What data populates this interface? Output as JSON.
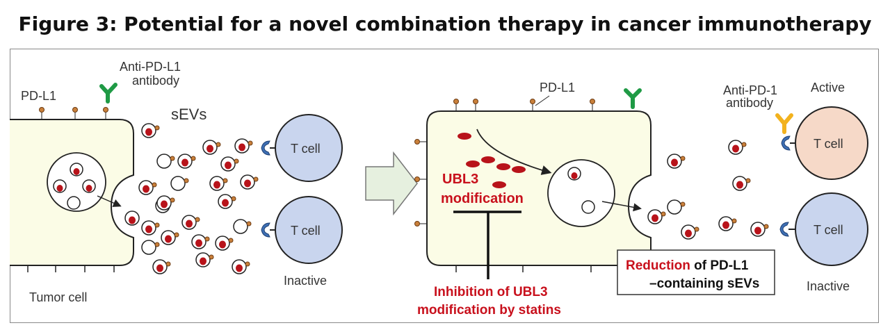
{
  "title": "Figure 3: Potential for a novel combination therapy in cancer immunotherapy",
  "left": {
    "pdl1_label": "PD-L1",
    "antibody_label_1": "Anti-PD-L1",
    "antibody_label_2": "antibody",
    "sevs_label": "sEVs",
    "tcell_top": "T cell",
    "tcell_bottom": "T cell",
    "inactive_label": "Inactive",
    "tumor_label": "Tumor cell"
  },
  "right": {
    "pdl1_label": "PD-L1",
    "antibody_label_1": "Anti-PD-1",
    "antibody_label_2": "antibody",
    "active_label": "Active",
    "tcell_top": "T cell",
    "tcell_bottom": "T cell",
    "inactive_label": "Inactive",
    "ubl3_line1": "UBL3",
    "ubl3_line2": "modification",
    "inhibition_line1": "Inhibition of UBL3",
    "inhibition_line2": "modification by statins",
    "reduction_red": "Reduction",
    "reduction_rest": " of PD-L1",
    "reduction_line2": "–containing sEVs"
  },
  "colors": {
    "cell_fill": "#fbfce6",
    "tcell_blue": "#c9d5ee",
    "tcell_active": "#f6d9c8",
    "cargo_red": "#b8131a",
    "antibody_green": "#1f9a45",
    "antibody_yellow": "#f2b21e",
    "receptor_blue": "#3e6fb4",
    "arrow_green": "#e6f0df"
  }
}
